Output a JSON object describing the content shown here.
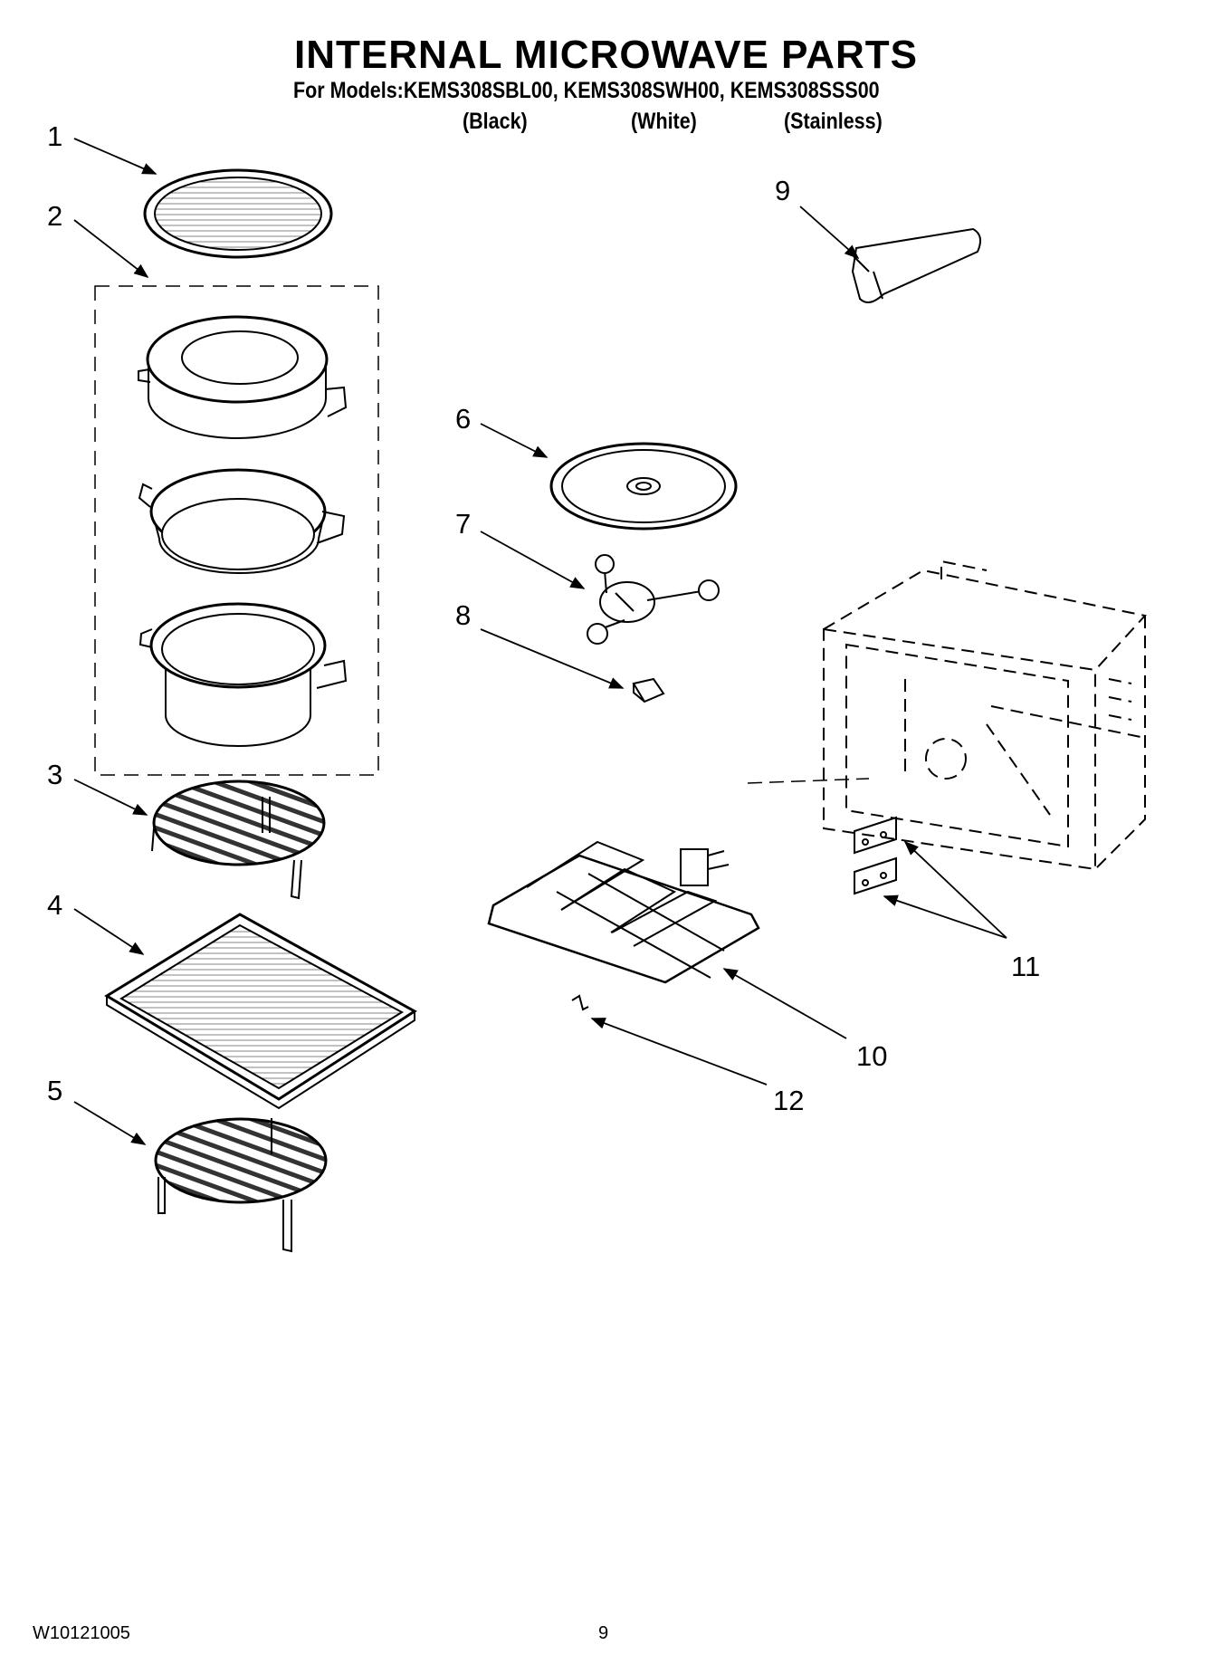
{
  "title": "INTERNAL MICROWAVE  PARTS",
  "subtitle": "For Models:KEMS308SBL00, KEMS308SWH00, KEMS308SSS00",
  "variants": [
    "(Black)",
    "(White)",
    "(Stainless)"
  ],
  "callouts": [
    "1",
    "2",
    "3",
    "4",
    "5",
    "6",
    "7",
    "8",
    "9",
    "10",
    "11",
    "12"
  ],
  "footer": {
    "document_code": "W10121005",
    "page_number": "9"
  }
}
